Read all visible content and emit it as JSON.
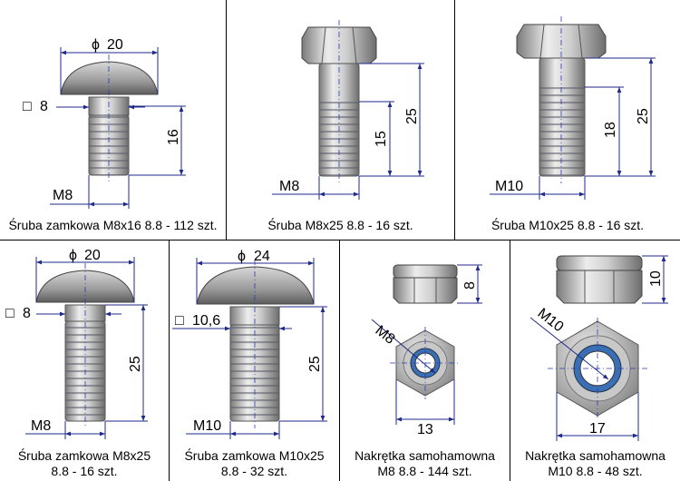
{
  "cells": [
    {
      "id": "c1",
      "caption_lines": [
        "Śruba zamkowa M8x16 8.8 - 112 szt."
      ],
      "dims": {
        "diameter": "20",
        "square": "8",
        "length": "16",
        "thread": "M8"
      }
    },
    {
      "id": "c2",
      "caption_lines": [
        "Śruba M8x25 8.8 - 16 szt."
      ],
      "dims": {
        "thread_len": "15",
        "length": "25",
        "thread": "M8"
      }
    },
    {
      "id": "c3",
      "caption_lines": [
        "Śruba M10x25 8.8 - 16 szt."
      ],
      "dims": {
        "thread_len": "18",
        "length": "25",
        "thread": "M10"
      }
    },
    {
      "id": "c4",
      "caption_lines": [
        "Śruba zamkowa M8x25",
        "8.8 - 16 szt."
      ],
      "dims": {
        "diameter": "20",
        "square": "8",
        "length": "25",
        "thread": "M8"
      }
    },
    {
      "id": "c5",
      "caption_lines": [
        "Śruba zamkowa M10x25",
        "8.8 - 32 szt."
      ],
      "dims": {
        "diameter": "24",
        "square": "10,6",
        "length": "25",
        "thread": "M10"
      }
    },
    {
      "id": "c6",
      "caption_lines": [
        "Nakrętka samohamowna",
        "M8 8.8 - 144 szt."
      ],
      "dims": {
        "height": "8",
        "thread": "M8",
        "width": "13"
      }
    },
    {
      "id": "c7",
      "caption_lines": [
        "Nakrętka samohamowna",
        "M10 8.8 - 48 szt."
      ],
      "dims": {
        "height": "10",
        "thread": "M10",
        "width": "17"
      }
    }
  ],
  "symbols": {
    "diameter": "ϕ",
    "square": "□"
  },
  "colors": {
    "metal_light": "#e8e8e8",
    "metal_dark": "#6d6d6d",
    "dim_line": "#1e2a8a",
    "nylon_ring": "#4a7fc0"
  }
}
